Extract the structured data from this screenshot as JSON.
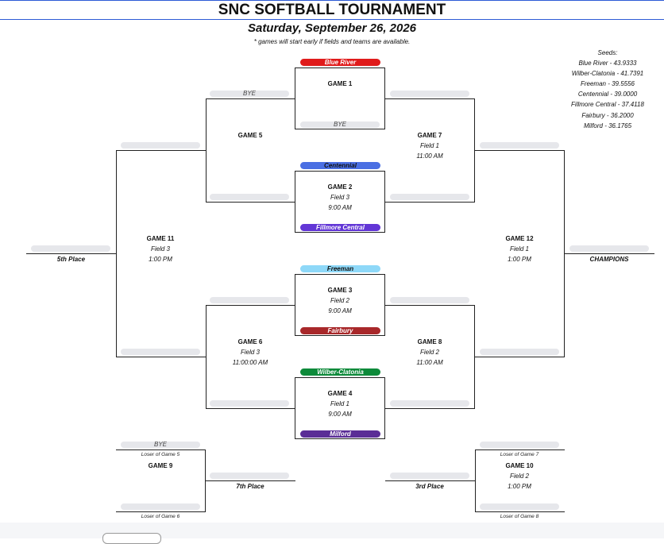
{
  "header": {
    "title": "SNC SOFTBALL TOURNAMENT",
    "date": "Saturday, September 26, 2026",
    "note": "* games will start early if fields and teams are available."
  },
  "seeds": {
    "title": "Seeds:",
    "items": [
      "Blue River - 43.9333",
      "Wilber-Clatonia - 41.7391",
      "Freeman - 39.5556",
      "Centennial - 39.0000",
      "Fillmore Central - 37.4118",
      "Fairbury - 36.2000",
      "Milford - 36.1765"
    ]
  },
  "teams": {
    "blue_river": {
      "name": "Blue River",
      "color": "#e01b1b"
    },
    "centennial": {
      "name": "Centennial",
      "color": "#4a6fe3"
    },
    "fillmore_central": {
      "name": "Fillmore Central",
      "color": "#6236d6"
    },
    "freeman": {
      "name": "Freeman",
      "color": "#8ed8f8"
    },
    "fairbury": {
      "name": "Fairbury",
      "color": "#a8282a"
    },
    "wilber_clatonia": {
      "name": "Wilber-Clatonia",
      "color": "#0d8a3a"
    },
    "milford": {
      "name": "Milford",
      "color": "#5a2d96"
    }
  },
  "games": {
    "g1": {
      "name": "GAME 1",
      "slot_bottom": "BYE"
    },
    "g2": {
      "name": "GAME 2",
      "field": "Field 3",
      "time": "9:00 AM"
    },
    "g3": {
      "name": "GAME 3",
      "field": "Field 2",
      "time": "9:00 AM"
    },
    "g4": {
      "name": "GAME 4",
      "field": "Field 1",
      "time": "9:00 AM"
    },
    "g5": {
      "name": "GAME 5",
      "slot_top": "BYE"
    },
    "g6": {
      "name": "GAME 6",
      "field": "Field 3",
      "time": "11:00:00 AM"
    },
    "g7": {
      "name": "GAME 7",
      "field": "Field 1",
      "time": "11:00 AM"
    },
    "g8": {
      "name": "GAME 8",
      "field": "Field 2",
      "time": "11:00 AM"
    },
    "g9": {
      "name": "GAME 9",
      "slot_top": "BYE",
      "loser_top": "Loser of Game 5",
      "loser_bottom": "Loser of Game 6"
    },
    "g10": {
      "name": "GAME 10",
      "field": "Field 2",
      "time": "1:00 PM",
      "loser_top": "Loser of Game 7",
      "loser_bottom": "Loser of Game 8"
    },
    "g11": {
      "name": "GAME 11",
      "field": "Field 3",
      "time": "1:00 PM"
    },
    "g12": {
      "name": "GAME 12",
      "field": "Field 1",
      "time": "1:00 PM"
    }
  },
  "places": {
    "fifth": "5th Place",
    "champions": "CHAMPIONS",
    "seventh": "7th Place",
    "third": "3rd Place"
  }
}
